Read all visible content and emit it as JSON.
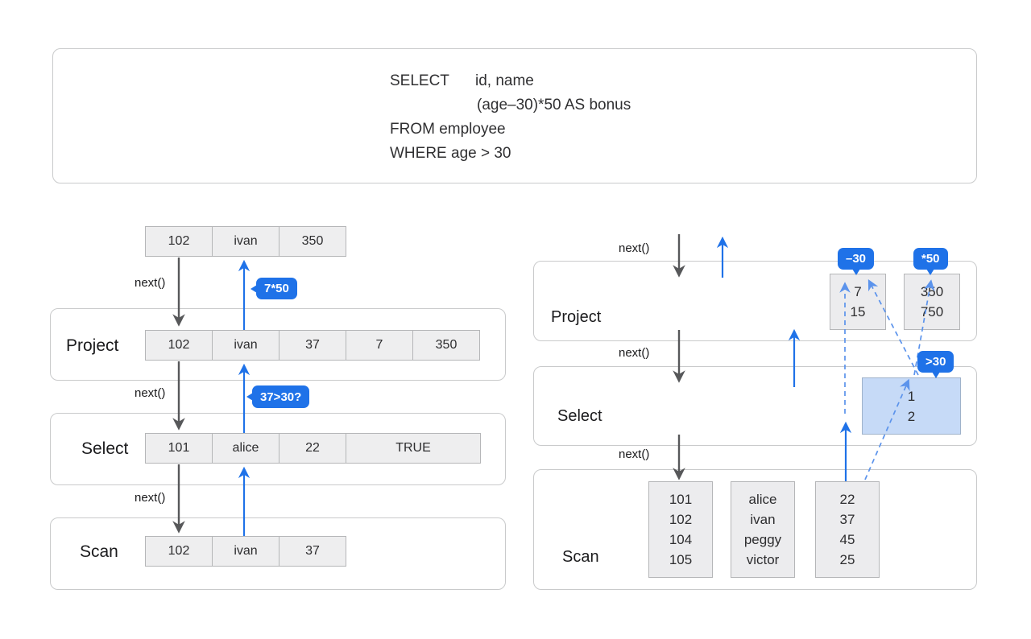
{
  "sql": {
    "select_keyword": "SELECT",
    "select_fields": "id, name",
    "select_expr": "(age–30)*50 AS bonus",
    "from_line": "FROM employee",
    "where_line": "WHERE age > 30"
  },
  "common": {
    "next_label": "next()"
  },
  "row_engine": {
    "output_tuple": [
      "102",
      "ivan",
      "350"
    ],
    "project": {
      "label": "Project",
      "badge": "7*50",
      "tuple": [
        "102",
        "ivan",
        "37",
        "7",
        "350"
      ]
    },
    "select": {
      "label": "Select",
      "badge": "37>30?",
      "tuple": [
        "101",
        "alice",
        "22",
        "TRUE"
      ]
    },
    "scan": {
      "label": "Scan",
      "tuple": [
        "102",
        "ivan",
        "37"
      ]
    }
  },
  "vector_engine": {
    "project": {
      "label": "Project",
      "minus_badge": "–30",
      "mul_badge": "*50",
      "minus_vector": [
        "7",
        "15"
      ],
      "mul_vector": [
        "350",
        "750"
      ]
    },
    "select": {
      "label": "Select",
      "badge": ">30",
      "selection_vector": [
        "1",
        "2"
      ]
    },
    "scan": {
      "label": "Scan",
      "id_vector": [
        "101",
        "102",
        "104",
        "105"
      ],
      "name_vector": [
        "alice",
        "ivan",
        "peggy",
        "victor"
      ],
      "age_vector": [
        "22",
        "37",
        "45",
        "25"
      ]
    }
  },
  "colors": {
    "accent_blue": "#1f72e8",
    "dashed_blue": "#5b93ec",
    "arrow_gray": "#57585a",
    "cell_fill": "#eeeeef",
    "selection_fill": "#c6daf7"
  }
}
